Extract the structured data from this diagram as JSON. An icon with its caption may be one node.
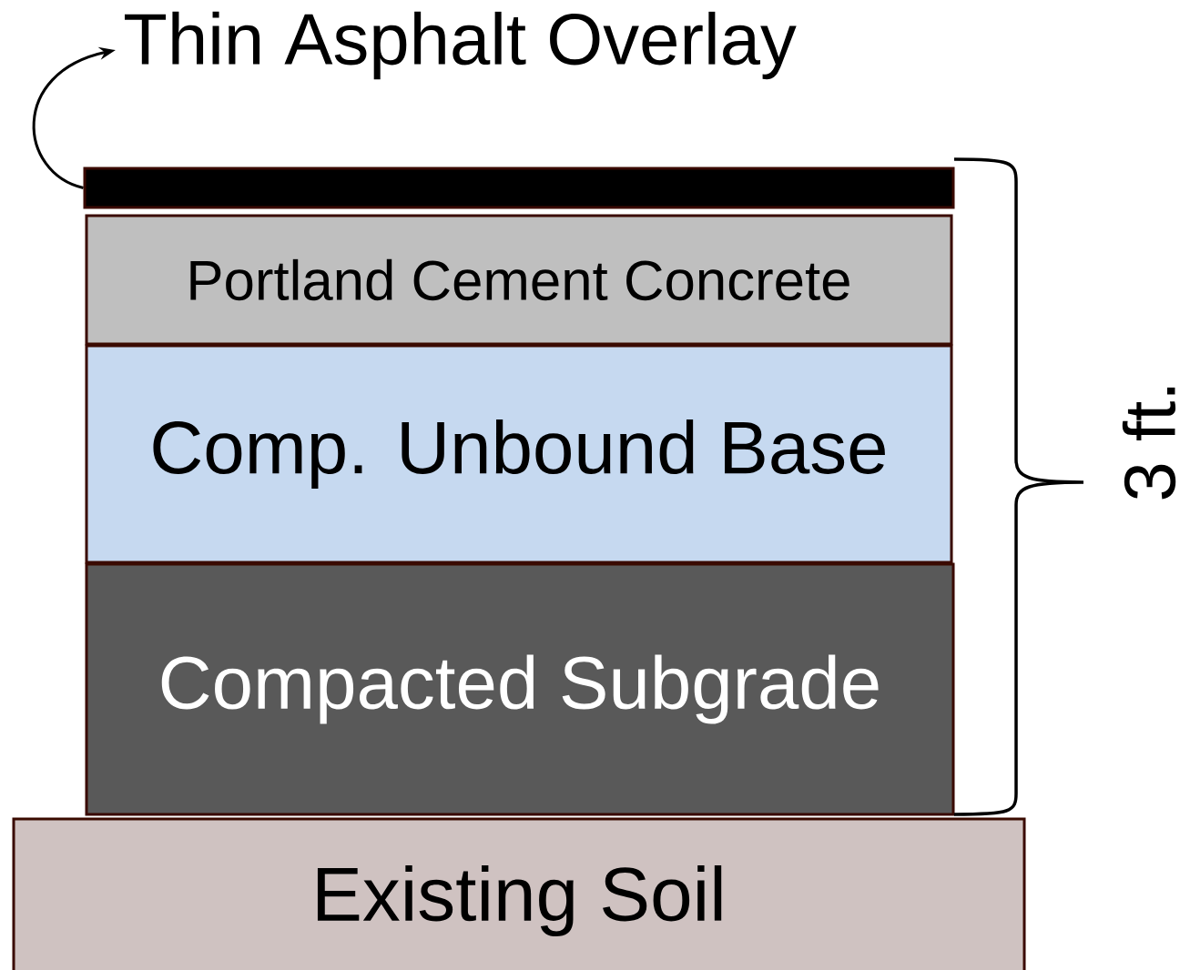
{
  "diagram": {
    "nodes": [
      {
        "text": [
          "Thin Asphalt Overlay"
        ]
      },
      {
        "text": [],
        "shape": "bar"
      },
      {
        "text": [
          "Portland Cement Concrete"
        ]
      },
      {
        "text": [
          "Comp. Unbound Base"
        ]
      },
      {
        "text": [
          "Compacted Subgrade"
        ]
      },
      {
        "text": [
          "Existing Soil"
        ]
      }
    ],
    "edges": [
      {
        "from": 1,
        "to": 0,
        "arrow": "to"
      }
    ],
    "labels": [
      "3 ft."
    ]
  }
}
